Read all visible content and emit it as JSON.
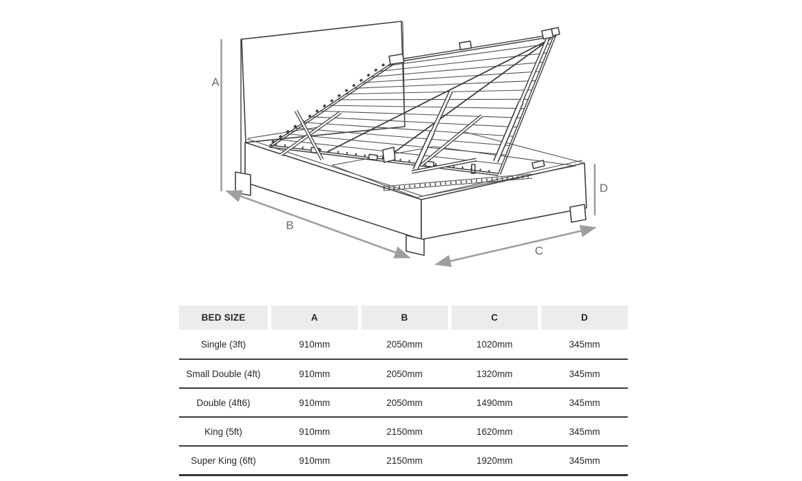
{
  "diagram": {
    "dimension_labels": {
      "a": "A",
      "b": "B",
      "c": "C",
      "d": "D"
    },
    "colors": {
      "dimension_label": "#5b7186",
      "dimension_line": "#9e9e9e",
      "drawing_line": "#3d3d3d"
    }
  },
  "table": {
    "header_bg": "#ececec",
    "columns": [
      "BED SIZE",
      "A",
      "B",
      "C",
      "D"
    ],
    "rows": [
      [
        "Single (3ft)",
        "910mm",
        "2050mm",
        "1020mm",
        "345mm"
      ],
      [
        "Small Double (4ft)",
        "910mm",
        "2050mm",
        "1320mm",
        "345mm"
      ],
      [
        "Double (4ft6)",
        "910mm",
        "2050mm",
        "1490mm",
        "345mm"
      ],
      [
        "King (5ft)",
        "910mm",
        "2150mm",
        "1620mm",
        "345mm"
      ],
      [
        "Super King (6ft)",
        "910mm",
        "2150mm",
        "1920mm",
        "345mm"
      ]
    ]
  }
}
